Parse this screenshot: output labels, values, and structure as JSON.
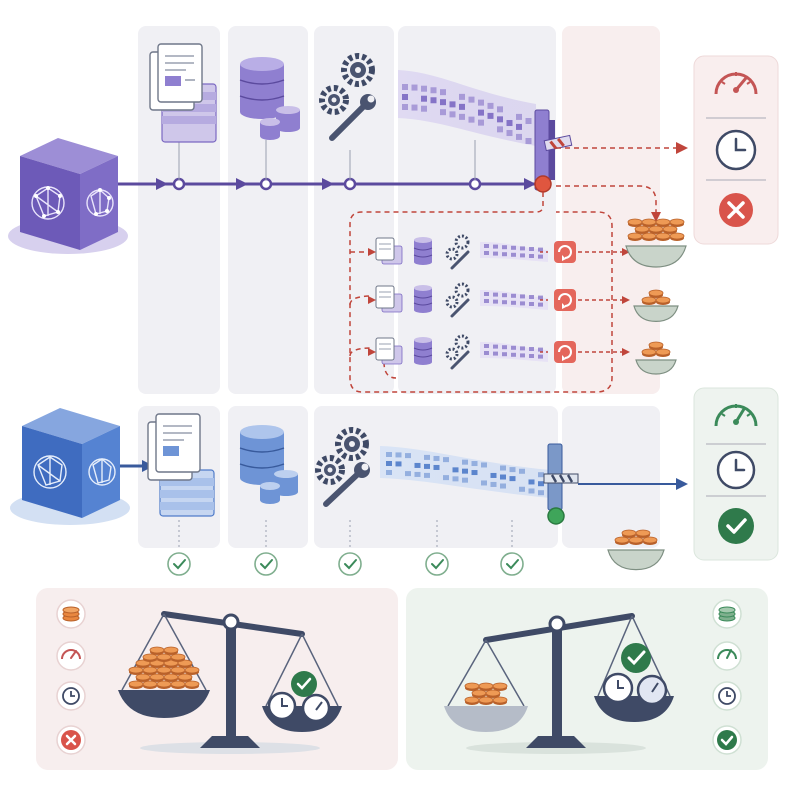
{
  "palette": {
    "purple": "#7b68c2",
    "purple_dark": "#5b4a9e",
    "purple_light": "#c9bfe8",
    "blue": "#4f7bc9",
    "blue_dark": "#385a9c",
    "blue_light": "#b9cdee",
    "red": "#d0574c",
    "red_dashed": "#c0453b",
    "green": "#3b8a5a",
    "green_dark": "#2f7048",
    "coin": "#e9873f",
    "coin_dark": "#b9612a",
    "navy": "#3f4a66",
    "lane_gray": "#eeeef2",
    "panel_red": "#f8eeee",
    "panel_green": "#edf3ee"
  },
  "rows": [
    {
      "id": "failing-pipeline",
      "model_block": "purple-cube-icon",
      "stages": [
        "documents-icon",
        "database-icon",
        "gears-wrench-icon",
        "data-stream",
        "gate-closed-icon"
      ],
      "status_icons": [
        "speedometer-icon",
        "clock-icon",
        "cross-icon"
      ],
      "status": "failed",
      "retries": 3
    },
    {
      "id": "successful-pipeline",
      "model_block": "blue-cube-icon",
      "stages": [
        "documents-icon",
        "database-icon",
        "gears-wrench-icon",
        "data-stream",
        "gate-open-icon"
      ],
      "status_icons": [
        "speedometer-icon",
        "clock-icon",
        "check-icon"
      ],
      "status": "passed",
      "checks": 5
    }
  ],
  "comparison": [
    {
      "id": "high-cost-side",
      "indicators": [
        "coins-icon",
        "speedometer-icon",
        "clock-icon",
        "cross-icon"
      ],
      "tilt": "heavy-cost"
    },
    {
      "id": "low-cost-side",
      "indicators": [
        "coins-icon",
        "speedometer-icon",
        "clock-icon",
        "check-icon"
      ],
      "tilt": "light-cost"
    }
  ]
}
